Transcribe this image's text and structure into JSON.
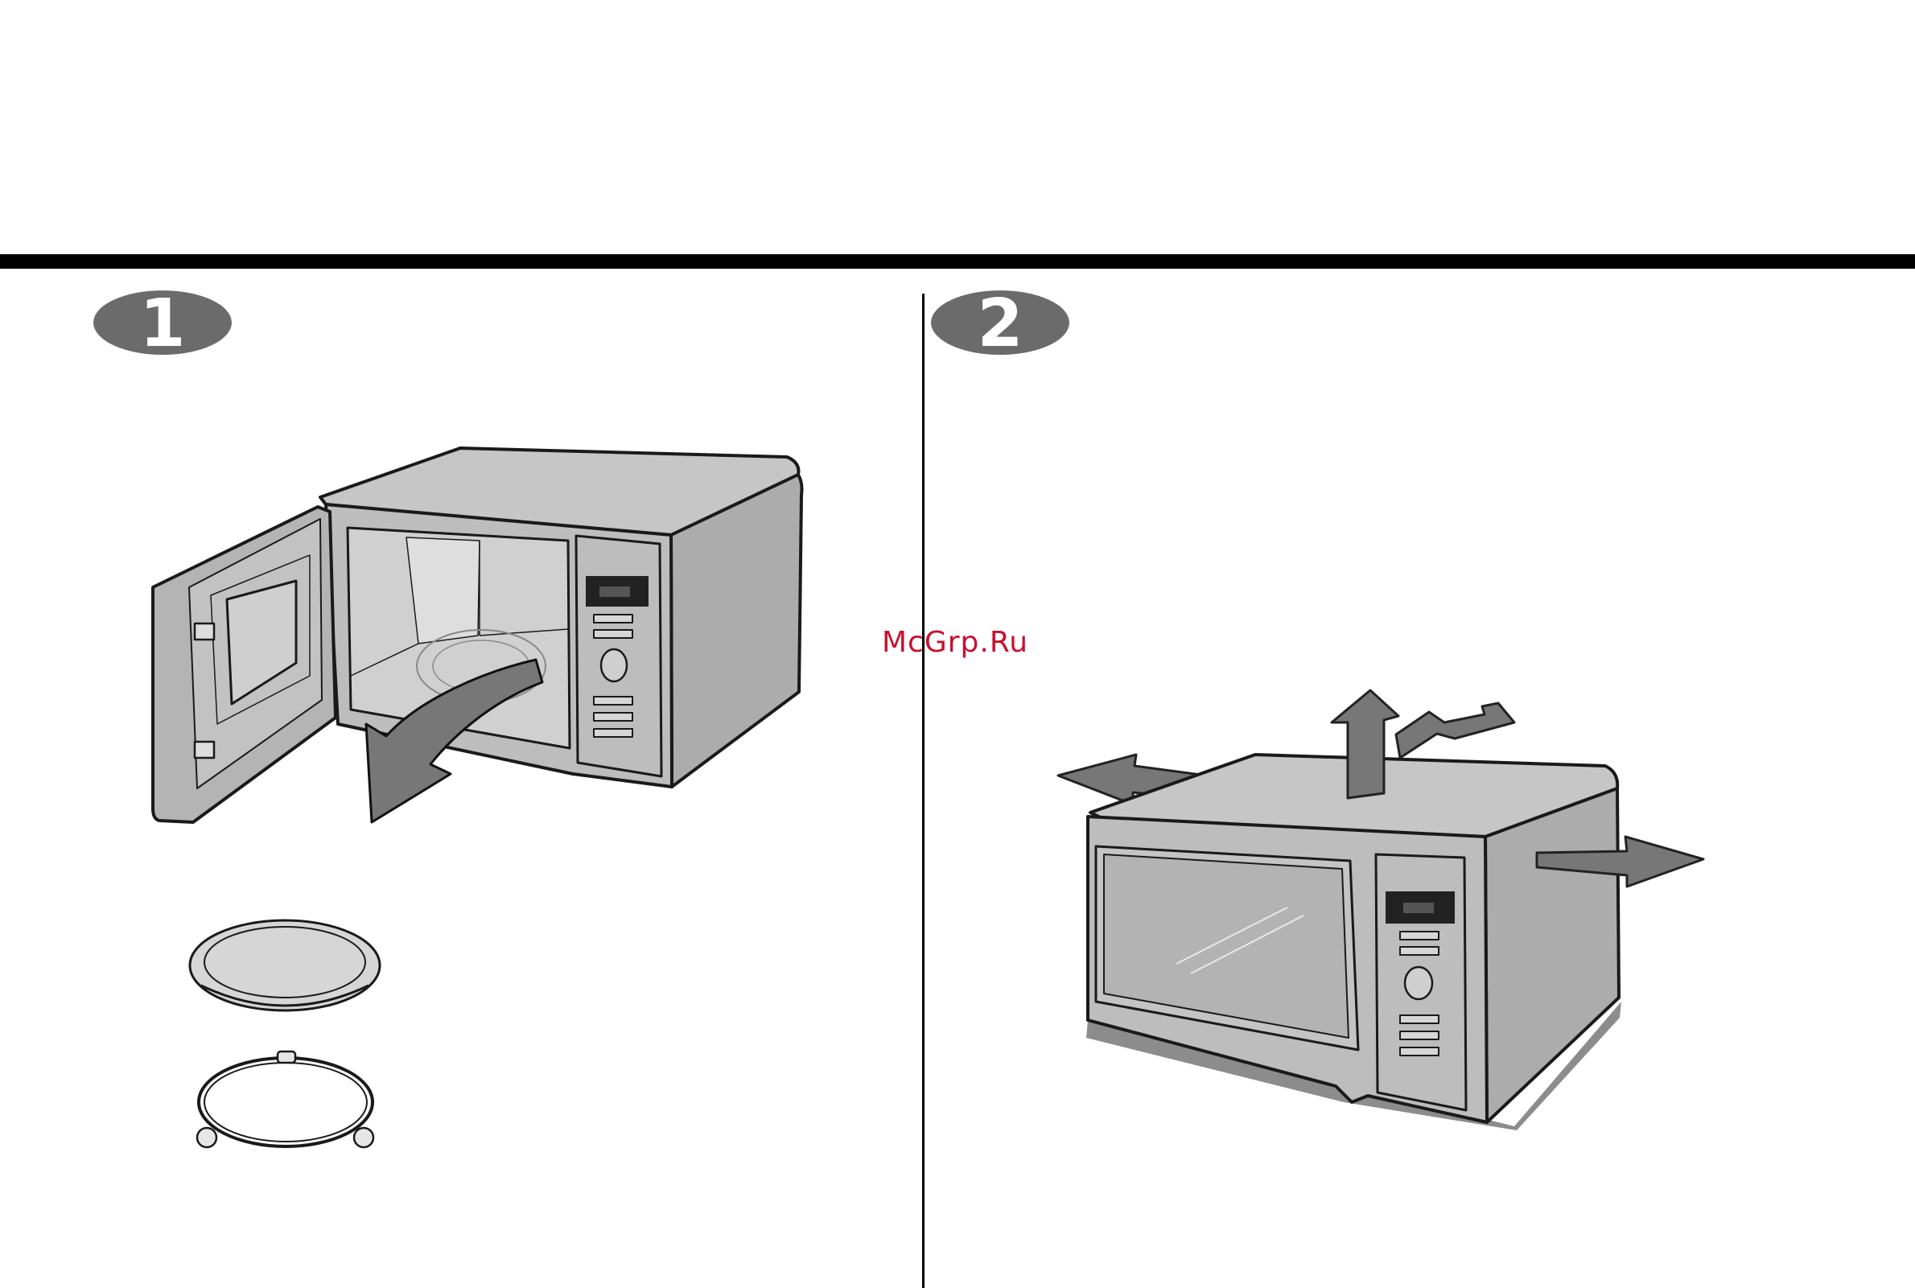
{
  "watermark": {
    "text": "McGrp.Ru",
    "color": "#c8102e"
  },
  "steps": [
    {
      "number": "1",
      "icon": "step-number-badge",
      "illustration": "open-microwave-remove-turntable"
    },
    {
      "number": "2",
      "icon": "step-number-badge",
      "illustration": "microwave-ventilation-clearance"
    }
  ],
  "palette": {
    "outline": "#1a1a1a",
    "body": "#bdbdbd",
    "side": "#a9a9a9",
    "shadow": "#8c8c8c",
    "arrow": "#777777",
    "badge": "#6b6b6b"
  }
}
